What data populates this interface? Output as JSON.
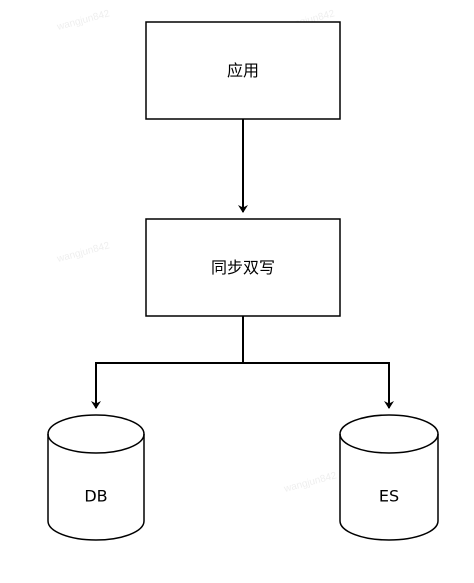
{
  "diagram": {
    "nodes": {
      "app": {
        "label": "应用",
        "shape": "rectangle"
      },
      "sync": {
        "label": "同步双写",
        "shape": "rectangle"
      },
      "db": {
        "label": "DB",
        "shape": "cylinder"
      },
      "es": {
        "label": "ES",
        "shape": "cylinder"
      }
    },
    "edges": [
      {
        "from": "app",
        "to": "sync"
      },
      {
        "from": "sync",
        "to": "db"
      },
      {
        "from": "sync",
        "to": "es"
      }
    ],
    "watermark": "wangjun842",
    "colors": {
      "stroke": "#000000",
      "fill": "#ffffff"
    }
  }
}
